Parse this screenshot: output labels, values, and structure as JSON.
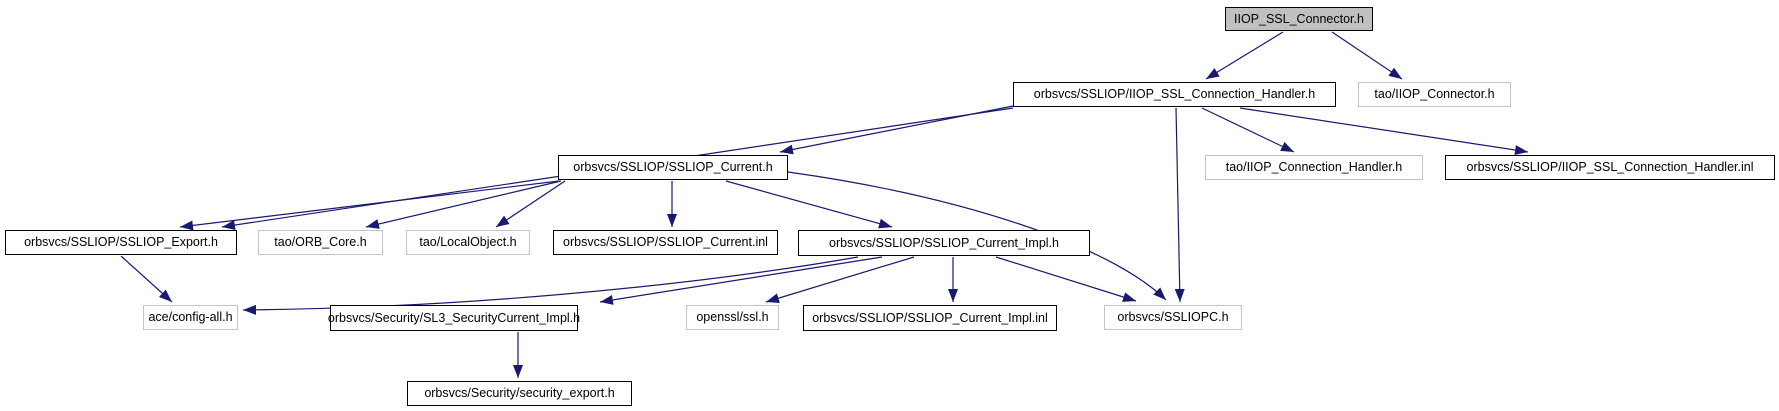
{
  "diagram": {
    "type": "include-dependency-graph",
    "root_file": "IIOP_SSL_Connector.h"
  },
  "colors": {
    "background": "#ffffff",
    "edge": "#191970",
    "node_border_internal": "#000000",
    "node_border_external": "#c4c4c4",
    "root_node_fill": "#c0c0c0",
    "text": "#000000"
  },
  "nodes": [
    {
      "id": "iiop-ssl-connector-h",
      "label": "IIOP_SSL_Connector.h",
      "kind": "root"
    },
    {
      "id": "iiop-ssl-connection-handler-h",
      "label": "orbsvcs/SSLIOP/IIOP_SSL_Connection_Handler.h",
      "kind": "internal"
    },
    {
      "id": "tao-iiop-connector-h",
      "label": "tao/IIOP_Connector.h",
      "kind": "external"
    },
    {
      "id": "ssliop-current-h",
      "label": "orbsvcs/SSLIOP/SSLIOP_Current.h",
      "kind": "internal"
    },
    {
      "id": "tao-iiop-connection-handler-h",
      "label": "tao/IIOP_Connection_Handler.h",
      "kind": "external"
    },
    {
      "id": "iiop-ssl-connection-handler-inl",
      "label": "orbsvcs/SSLIOP/IIOP_SSL_Connection_Handler.inl",
      "kind": "internal"
    },
    {
      "id": "ssliop-export-h",
      "label": "orbsvcs/SSLIOP/SSLIOP_Export.h",
      "kind": "internal"
    },
    {
      "id": "tao-orb-core-h",
      "label": "tao/ORB_Core.h",
      "kind": "external"
    },
    {
      "id": "tao-localobject-h",
      "label": "tao/LocalObject.h",
      "kind": "external"
    },
    {
      "id": "ssliop-current-inl",
      "label": "orbsvcs/SSLIOP/SSLIOP_Current.inl",
      "kind": "internal"
    },
    {
      "id": "ssliop-current-impl-h",
      "label": "orbsvcs/SSLIOP/SSLIOP_Current_Impl.h",
      "kind": "internal"
    },
    {
      "id": "ace-config-all-h",
      "label": "ace/config-all.h",
      "kind": "external"
    },
    {
      "id": "sl3-securitycurrent-impl-h",
      "label": "orbsvcs/Security/SL3_SecurityCurrent_Impl.h",
      "kind": "internal"
    },
    {
      "id": "openssl-ssl-h",
      "label": "openssl/ssl.h",
      "kind": "external"
    },
    {
      "id": "ssliop-current-impl-inl",
      "label": "orbsvcs/SSLIOP/SSLIOP_Current_Impl.inl",
      "kind": "internal"
    },
    {
      "id": "ssliopc-h",
      "label": "orbsvcs/SSLIOPC.h",
      "kind": "external"
    },
    {
      "id": "security-export-h",
      "label": "orbsvcs/Security/security_export.h",
      "kind": "internal"
    }
  ],
  "edges": [
    {
      "from": "iiop-ssl-connector-h",
      "to": "iiop-ssl-connection-handler-h"
    },
    {
      "from": "iiop-ssl-connector-h",
      "to": "tao-iiop-connector-h"
    },
    {
      "from": "iiop-ssl-connection-handler-h",
      "to": "ssliop-current-h"
    },
    {
      "from": "iiop-ssl-connection-handler-h",
      "to": "ssliop-export-h"
    },
    {
      "from": "iiop-ssl-connection-handler-h",
      "to": "ssliopc-h"
    },
    {
      "from": "iiop-ssl-connection-handler-h",
      "to": "tao-iiop-connection-handler-h"
    },
    {
      "from": "iiop-ssl-connection-handler-h",
      "to": "iiop-ssl-connection-handler-inl"
    },
    {
      "from": "ssliop-current-h",
      "to": "ssliop-export-h"
    },
    {
      "from": "ssliop-current-h",
      "to": "tao-orb-core-h"
    },
    {
      "from": "ssliop-current-h",
      "to": "tao-localobject-h"
    },
    {
      "from": "ssliop-current-h",
      "to": "ssliop-current-inl"
    },
    {
      "from": "ssliop-current-h",
      "to": "ssliop-current-impl-h"
    },
    {
      "from": "ssliop-current-h",
      "to": "ssliopc-h"
    },
    {
      "from": "ssliop-export-h",
      "to": "ace-config-all-h"
    },
    {
      "from": "ssliop-current-impl-h",
      "to": "ace-config-all-h"
    },
    {
      "from": "ssliop-current-impl-h",
      "to": "sl3-securitycurrent-impl-h"
    },
    {
      "from": "ssliop-current-impl-h",
      "to": "openssl-ssl-h"
    },
    {
      "from": "ssliop-current-impl-h",
      "to": "ssliop-current-impl-inl"
    },
    {
      "from": "ssliop-current-impl-h",
      "to": "ssliopc-h"
    },
    {
      "from": "sl3-securitycurrent-impl-h",
      "to": "security-export-h"
    }
  ]
}
